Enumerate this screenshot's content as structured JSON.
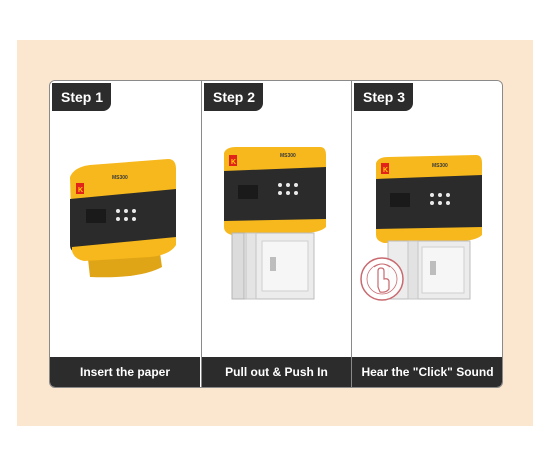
{
  "steps": [
    {
      "tag": "Step 1",
      "caption": "Insert the paper"
    },
    {
      "tag": "Step 2",
      "caption": "Pull out & Push In"
    },
    {
      "tag": "Step 3",
      "caption": "Hear the \"Click\" Sound"
    }
  ],
  "device": {
    "brand_mark": "K",
    "model": "MS300"
  },
  "colors": {
    "background": "#fbe6cf",
    "printer_yellow": "#f6b81c",
    "printer_dark": "#2b2b2b",
    "tag_bg": "#2c2c2c",
    "cartridge": "#e9e9e9",
    "click_stamp": "#c86a70"
  }
}
